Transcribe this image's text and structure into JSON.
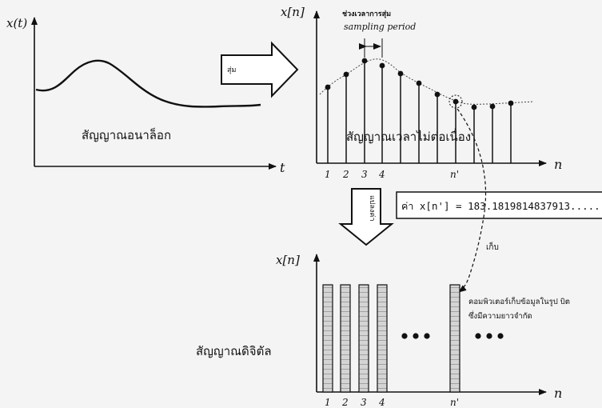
{
  "analog": {
    "y_label": "x(t)",
    "x_label": "t",
    "caption": "สัญญาณอนาล็อก"
  },
  "arrow1": {
    "label": "สุ่ม"
  },
  "discrete": {
    "y_label": "x[n]",
    "x_label": "n",
    "caption": "สัญญาณเวลาไม่ต่อเนื่อง",
    "period_label_thai": "ช่วงเวลาการสุ่ม",
    "period_label_en": "sampling period",
    "ticks": [
      "1",
      "2",
      "3",
      "4",
      "n'"
    ]
  },
  "arrow2": {
    "label": "แปลงค่า"
  },
  "value_box": {
    "text": "ค่า x[n'] = 183.1819814837913......"
  },
  "store_label": "เก็บ",
  "digital": {
    "y_label": "x[n]",
    "x_label": "n",
    "caption": "สัญญาณดิจิตัล",
    "ticks": [
      "1",
      "2",
      "3",
      "4",
      "n'"
    ],
    "note_line1": "คอมพิวเตอร์เก็บข้อมูลในรูป บิต",
    "note_line2": "ซึ่งมีความยาวจำกัด"
  },
  "colors": {
    "ink": "#111111",
    "background": "#f4f4f4",
    "bit_fill": "#cfcfcf"
  }
}
